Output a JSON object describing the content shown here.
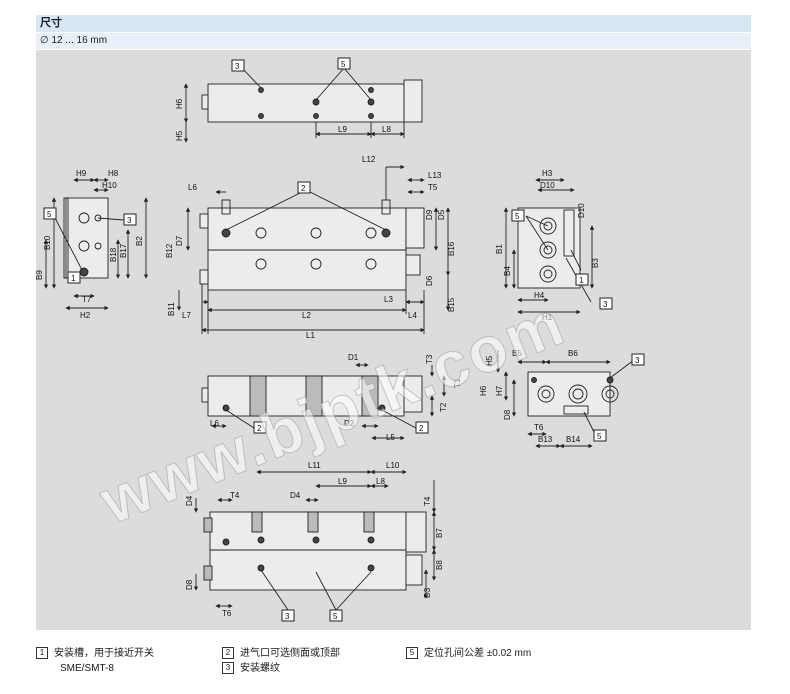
{
  "header": {
    "title": "尺寸",
    "range": "12 ... 16 mm",
    "diameter_symbol": "∅"
  },
  "callouts": {
    "c1": "1",
    "c2": "2",
    "c3": "3",
    "c5": "5"
  },
  "dims": {
    "H6": "H6",
    "H5": "H5",
    "L9": "L9",
    "L8": "L8",
    "H9": "H9",
    "H8": "H8",
    "H10": "H10",
    "B10": "B10",
    "B9": "B9",
    "B18": "B18",
    "B17": "B17",
    "B2": "B2",
    "T7": "T7",
    "H2": "H2",
    "L6": "L6",
    "L12": "L12",
    "L13": "L13",
    "T5": "T5",
    "D9": "D9",
    "D5": "D5",
    "D7": "D7",
    "B12": "B12",
    "B16": "B16",
    "D6": "D6",
    "B11": "B11",
    "L7": "L7",
    "L2": "L2",
    "L3": "L3",
    "L4": "L4",
    "B15": "B15",
    "L1": "L1",
    "H3": "H3",
    "D10": "D10",
    "B1": "B1",
    "B4": "B4",
    "B3": "B3",
    "H4": "H4",
    "H1": "H1",
    "D1": "D1",
    "T3": "T3",
    "T1": "T1",
    "T2": "T2",
    "D2": "D2",
    "L5": "L5",
    "B5": "B5",
    "B6": "B6",
    "H7": "H7",
    "D8": "D8",
    "T6": "T6",
    "B13": "B13",
    "B14": "B14",
    "L11": "L11",
    "L10": "L10",
    "D4": "D4",
    "T4": "T4",
    "B7": "B7",
    "B8": "B8",
    "D3": "D3"
  },
  "legend": {
    "item1_num": "1",
    "item1_text": "安装槽，用于接近开关",
    "item1_sub": "SME/SMT-8",
    "item2_num": "2",
    "item2_text": "进气口可选侧面或顶部",
    "item3_num": "3",
    "item3_text": "安装螺纹",
    "item5_num": "5",
    "item5_text": "定位孔间公差 ±0.02 mm"
  },
  "watermark": "www.bjptk.com"
}
